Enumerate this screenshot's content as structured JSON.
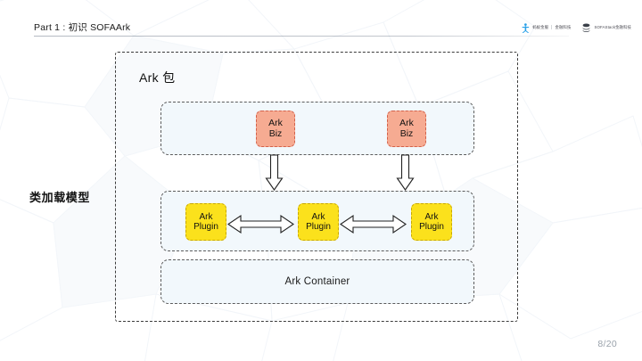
{
  "slide": {
    "page_number": "8/20",
    "background_color": "#ffffff"
  },
  "header": {
    "title": "Part 1 : 初识 SOFAArk",
    "logos": [
      {
        "name": "sofastack-partner-logo",
        "text_primary": "蚂蚁金服",
        "separator": "|",
        "text_secondary": "金融科技"
      },
      {
        "name": "sofastack-logo",
        "text": "SOFAStack金融科技"
      }
    ]
  },
  "side_label": {
    "text": "类加载模型"
  },
  "diagram": {
    "title": "Ark 包",
    "panels": [
      {
        "name": "biz-panel",
        "nodes": [
          {
            "line1": "Ark",
            "line2": "Biz",
            "fill": "#f6ab92",
            "border": "#d2614a"
          },
          {
            "line1": "Ark",
            "line2": "Biz",
            "fill": "#f6ab92",
            "border": "#d2614a"
          }
        ]
      },
      {
        "name": "plugin-panel",
        "nodes": [
          {
            "line1": "Ark",
            "line2": "Plugin",
            "fill": "#fbe11c",
            "border": "#c9a800"
          },
          {
            "line1": "Ark",
            "line2": "Plugin",
            "fill": "#fbe11c",
            "border": "#c9a800"
          },
          {
            "line1": "Ark",
            "line2": "Plugin",
            "fill": "#fbe11c",
            "border": "#c9a800"
          }
        ]
      },
      {
        "name": "container-panel",
        "label": "Ark Container"
      }
    ],
    "arrows": {
      "vertical_down_count": 2,
      "bidirectional_count": 2,
      "style": "hollow-block-outline",
      "color": "#222222"
    },
    "panel_fill": "#f2f8fc",
    "outer_border_style": "dashed"
  }
}
